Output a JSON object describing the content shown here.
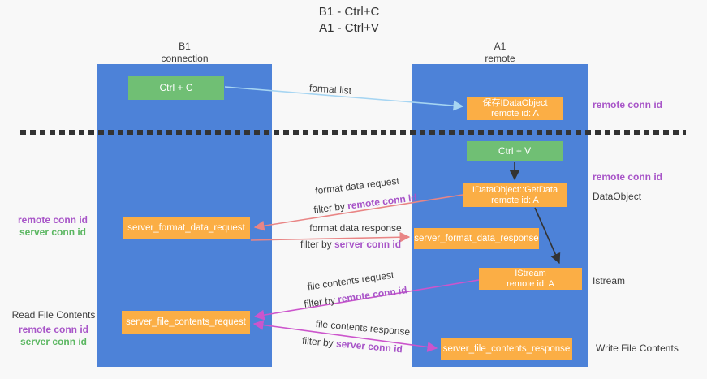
{
  "title": {
    "line1": "B1 - Ctrl+C",
    "line2": "A1 - Ctrl+V"
  },
  "lanes": {
    "left": {
      "name": "B1",
      "role": "connection"
    },
    "right": {
      "name": "A1",
      "role": "remote"
    }
  },
  "nodes": {
    "ctrl_c": {
      "label": "Ctrl + C"
    },
    "ctrl_v": {
      "label": "Ctrl + V"
    },
    "save_idataobject": {
      "line1": "保存IDataObject",
      "line2": "remote id: A"
    },
    "idataobject_getdata": {
      "line1": "IDataObject::GetData",
      "line2": "remote id: A"
    },
    "istream": {
      "line1": "IStream",
      "line2": "remote id: A"
    },
    "server_format_data_request": {
      "label": "server_format_data_request"
    },
    "server_format_data_response": {
      "label": "server_format_data_response"
    },
    "server_file_contents_request": {
      "label": "server_file_contents_request"
    },
    "server_file_contents_response": {
      "label": "server_file_contents_response"
    }
  },
  "flow_labels": {
    "format_list": "format list",
    "format_data_request": "format data request",
    "format_data_response": "format data response",
    "file_contents_request": "file contents request",
    "file_contents_response": "file contents response",
    "filter_by": "filter by",
    "remote_conn_id": "remote conn id",
    "server_conn_id": "server conn id"
  },
  "side_labels": {
    "right_top_remote_conn_id": "remote conn id",
    "right_mid_remote_conn_id": "remote conn id",
    "dataobject": "DataObject",
    "istream": "Istream",
    "write_file_contents": "Write File Contents",
    "left_remote_conn_id": "remote conn id",
    "left_server_conn_id": "server conn id",
    "read_file_contents": "Read File Contents",
    "left_bottom_remote_conn_id": "remote conn id",
    "left_bottom_server_conn_id": "server conn id"
  },
  "colors": {
    "lane_blue": "#4d82d8",
    "box_green": "#70bf74",
    "box_orange": "#fbae45",
    "text_purple": "#a855c8",
    "text_green": "#5cb762",
    "arrow_red": "#e98585",
    "arrow_magenta": "#cc55cc",
    "arrow_blue": "#a6d5f2",
    "arrow_black": "#333333",
    "background": "#f8f8f8"
  }
}
